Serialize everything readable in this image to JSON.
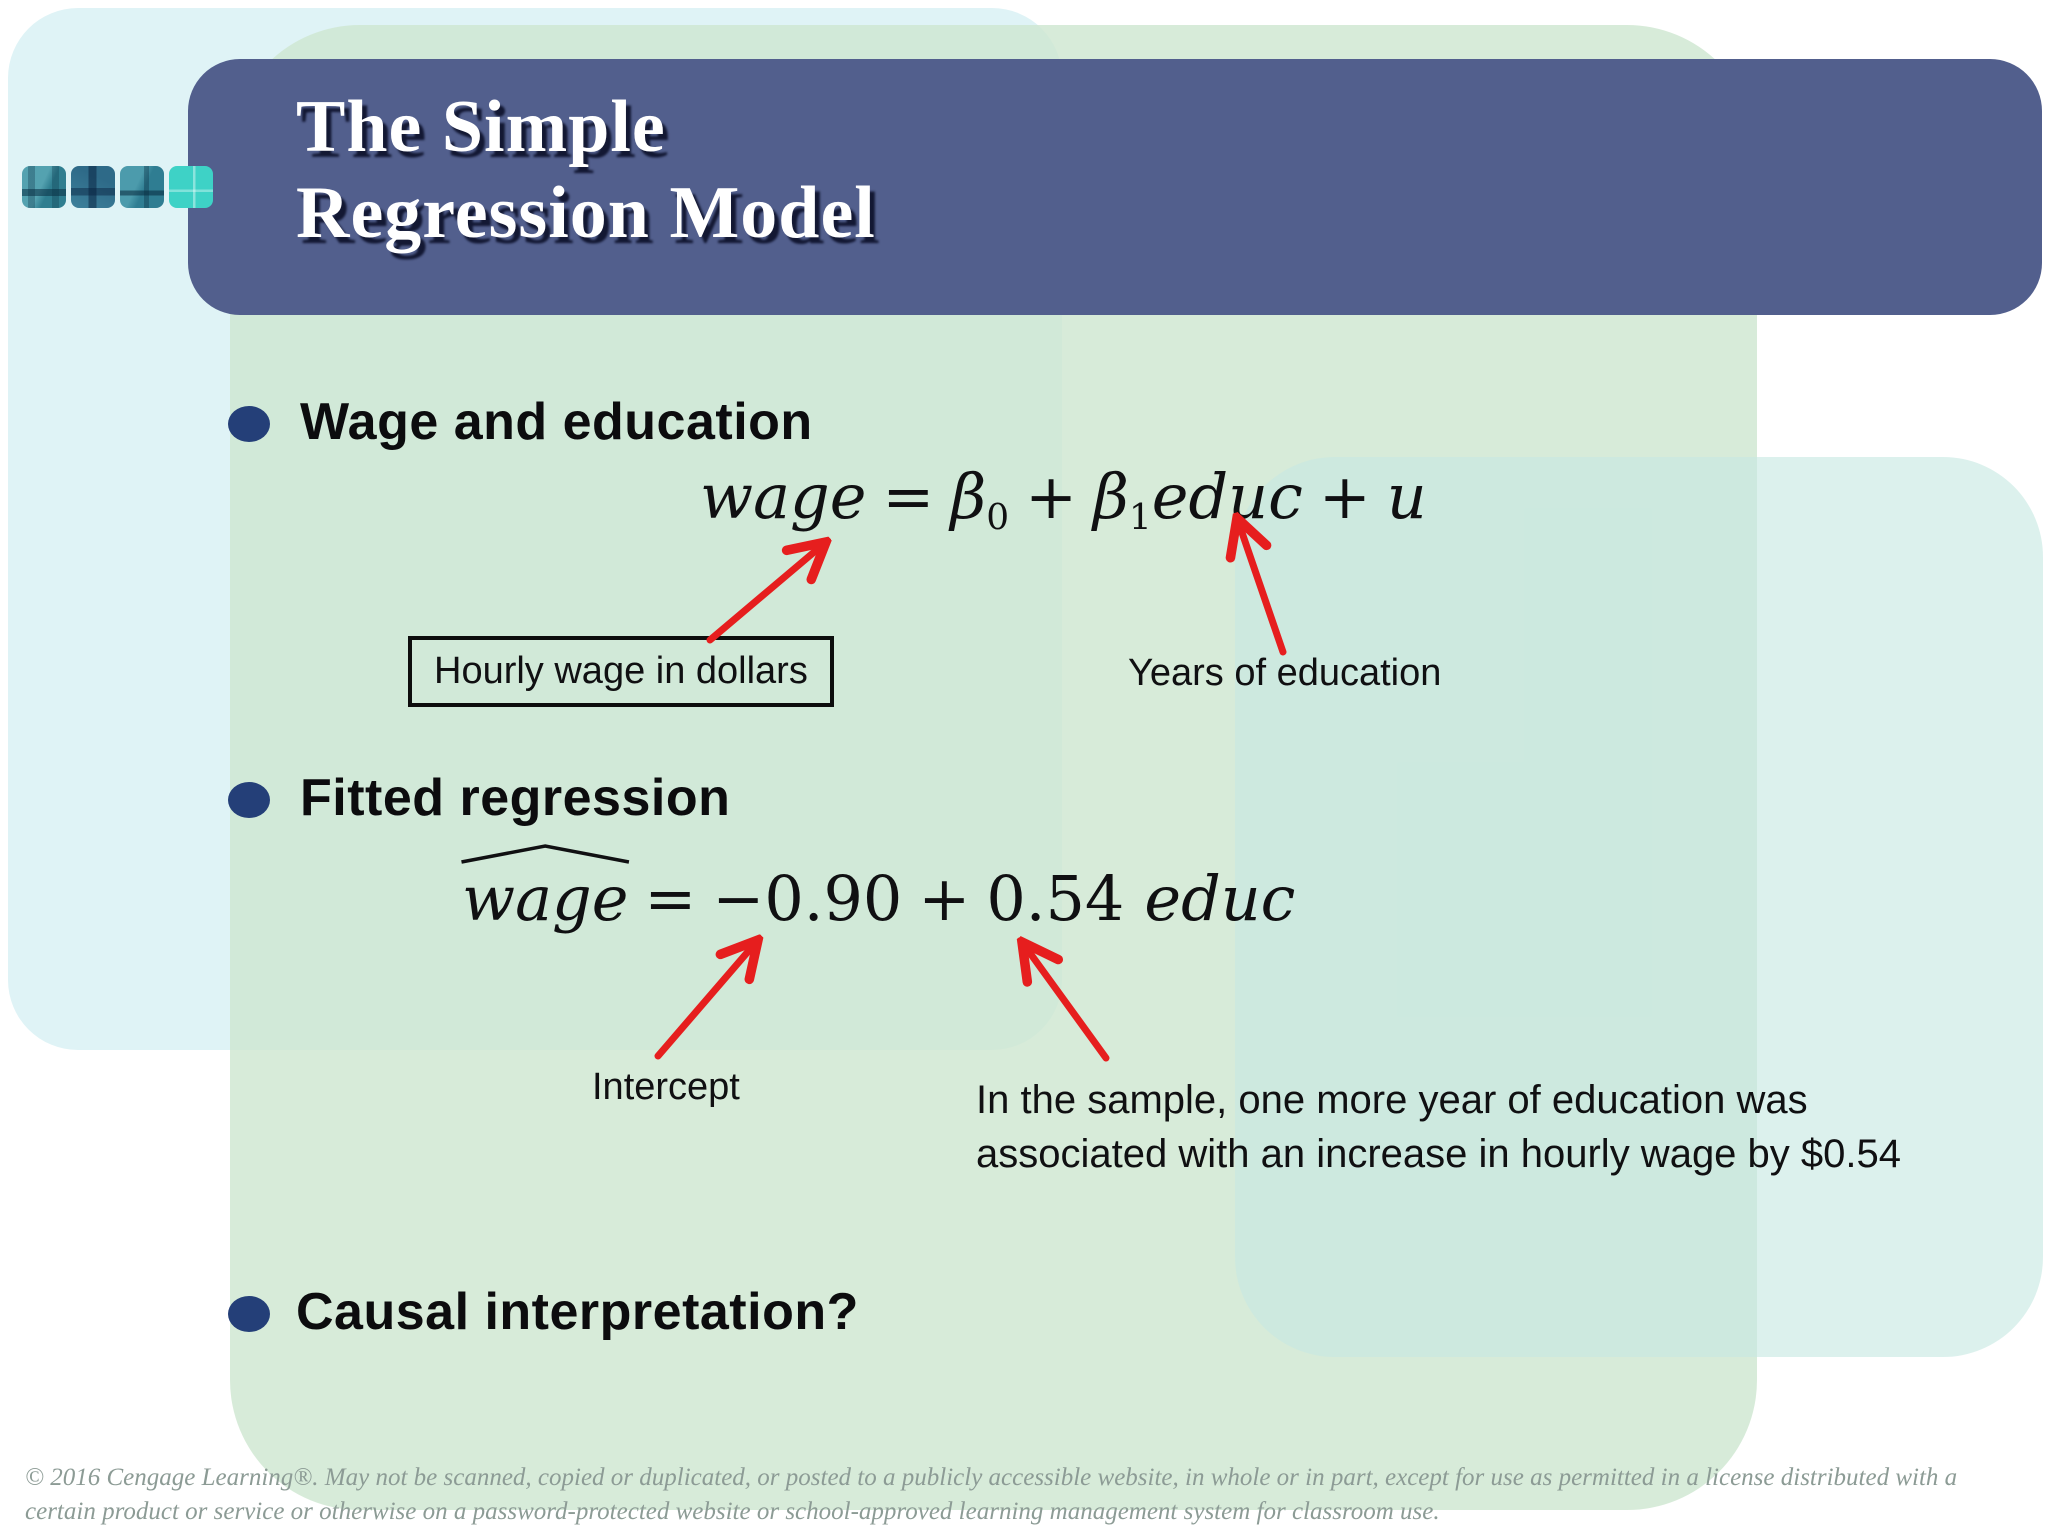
{
  "title": {
    "line1": "The Simple",
    "line2": "Regression Model"
  },
  "bullets": [
    {
      "label": "Wage and education"
    },
    {
      "label": "Fitted regression"
    },
    {
      "label": "Causal interpretation?"
    }
  ],
  "model_formula": {
    "dep": "wage",
    "eq": "=",
    "beta": "β",
    "beta0_sub": "0",
    "plus_a": "+",
    "beta1": "β",
    "beta1_sub": "1",
    "regressor": "educ",
    "plus_b": "+",
    "error": "u"
  },
  "fitted_formula": {
    "dep": "wage",
    "eq": "=",
    "intercept": "−0.90",
    "plus": "+",
    "slope": "0.54",
    "regressor": "educ"
  },
  "annotations": {
    "wage_box": "Hourly wage in dollars",
    "educ_label": "Years of education",
    "intercept_label": "Intercept",
    "slope_note_line1": "In the sample, one more year of education was",
    "slope_note_line2": "associated with an increase in hourly wage by $0.54"
  },
  "footer": {
    "line1": "© 2016 Cengage Learning®. May not be scanned, copied or duplicated, or posted to a publicly accessible website, in whole or in part, except for use as permitted in a license distributed with a",
    "line2": "certain product or service or otherwise on a password-protected website or school-approved learning management system for classroom use."
  },
  "colors": {
    "title_bar": "#525f8d",
    "bg_cyan": "#dff3f6",
    "bg_mint": "#d7ecdb",
    "bg_teal": "#dcf0ec",
    "bullet_dot": "#243f78",
    "arrow_red": "#e61e1e",
    "square_teal": "#2f7e90",
    "square_bright": "#3ed2c6",
    "footer_gray": "#8c9b95"
  }
}
